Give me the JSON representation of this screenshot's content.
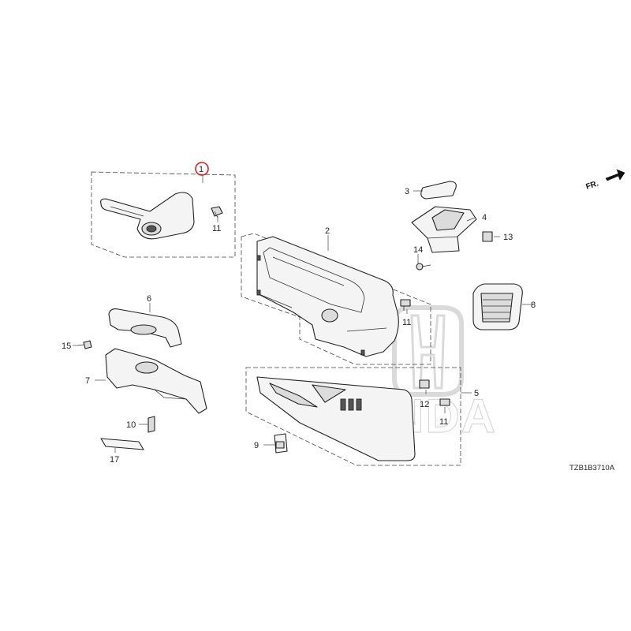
{
  "callouts": {
    "c1": "1",
    "c2": "2",
    "c3": "3",
    "c4": "4",
    "c5": "5",
    "c6": "6",
    "c7": "7",
    "c8": "8",
    "c9": "9",
    "c10": "10",
    "c11a": "11",
    "c11b": "11",
    "c11c": "11",
    "c12": "12",
    "c13": "13",
    "c14": "14",
    "c15": "15",
    "c17": "17"
  },
  "direction_label": "FR.",
  "diagram_code": "TZB1B3710A",
  "watermark_text": "HONDA",
  "highlight_color": "#d9231d"
}
